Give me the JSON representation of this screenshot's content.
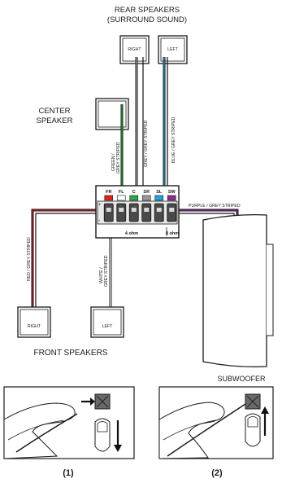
{
  "header": {
    "rear_title_1": "REAR SPEAKERS",
    "rear_title_2": "(SURROUND SOUND)"
  },
  "speakers": {
    "rear_right": "RIGHT",
    "rear_left": "LEFT",
    "center_1": "CENTER",
    "center_2": "SPEAKER",
    "front_right": "RIGHT",
    "front_left": "LEFT",
    "front_title": "FRONT SPEAKERS",
    "subwoofer": "SUBWOOFER"
  },
  "wires": {
    "green_1": "GREEN /",
    "green_2": "GREY STRIPED",
    "grey": "GREY / GREY STRIPED",
    "blue": "BLUE / GREY STRIPED",
    "purple": "PURPLE / GREY STRIPED",
    "red": "RED / GREY STRIPED",
    "white_1": "WHITE /",
    "white_2": "GREY STRIPED"
  },
  "terminal": {
    "channels": [
      "FR",
      "FL",
      "C",
      "SR",
      "SL",
      "SW"
    ],
    "channel_colors": [
      "#e2231a",
      "#ffffff",
      "#2aa84a",
      "#9a9a9a",
      "#1fa3dd",
      "#8a2d8e"
    ],
    "impedance_main": "4 ohm",
    "impedance_sw": "8 ohm",
    "plus": "+",
    "minus": "-"
  },
  "steps": {
    "step1": "(1)",
    "step2": "(2)"
  }
}
